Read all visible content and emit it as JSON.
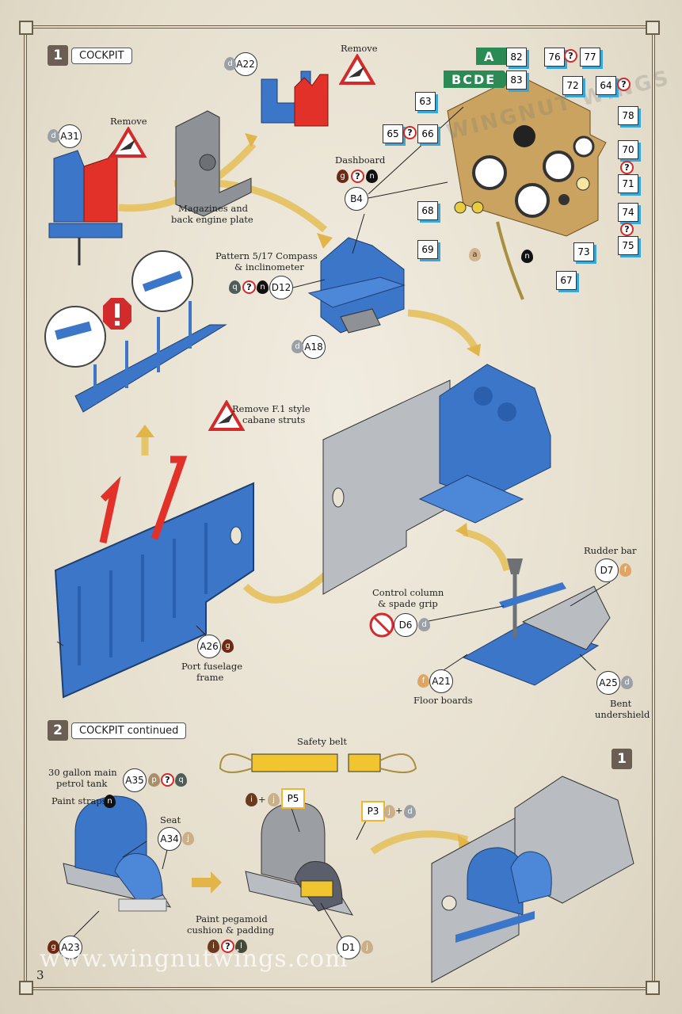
{
  "step1": {
    "num": "1",
    "title": "COCKPIT"
  },
  "step2": {
    "num": "2",
    "title": "COCKPIT continued"
  },
  "labels": {
    "remove_top": "Remove",
    "remove_left": "Remove",
    "magazines1": "Magazines and",
    "magazines2": "back engine plate",
    "dashboard": "Dashboard",
    "compass1": "Pattern 5/17 Compass",
    "compass2": "& inclinometer",
    "remove_struts1": "Remove F.1 style",
    "remove_struts2": "cabane struts",
    "port1": "Port fuselage",
    "port2": "frame",
    "rudder": "Rudder bar",
    "control1": "Control column",
    "control2": "& spade grip",
    "floor": "Floor boards",
    "bent1": "Bent",
    "bent2": "undershield",
    "safety": "Safety belt",
    "tank1": "30 gallon main",
    "tank2": "petrol tank",
    "straps": "Paint straps",
    "seat": "Seat",
    "pegamoid1": "Paint pegamoid",
    "pegamoid2": "cushion & padding"
  },
  "parts": {
    "A22": "A22",
    "A31": "A31",
    "B4": "B4",
    "D12": "D12",
    "A18": "A18",
    "A26": "A26",
    "D7": "D7",
    "D6": "D6",
    "A21": "A21",
    "A25": "A25",
    "A35": "A35",
    "A34": "A34",
    "A23": "A23",
    "D1": "D1",
    "P5": "P5",
    "P3": "P3"
  },
  "colors": {
    "d": {
      "code": "d",
      "hex": "#9aa0a6"
    },
    "g": {
      "code": "g",
      "hex": "#6b2a16"
    },
    "n": {
      "code": "n",
      "hex": "#111111"
    },
    "q": {
      "code": "q",
      "hex": "#4f5d5a"
    },
    "a": {
      "code": "a",
      "hex": "#d4b48c"
    },
    "f": {
      "code": "f",
      "hex": "#e0a563"
    },
    "p": {
      "code": "p",
      "hex": "#a88f6a"
    },
    "j": {
      "code": "j",
      "hex": "#c9b08a"
    },
    "i": {
      "code": "i",
      "hex": "#6a3a20"
    },
    "l": {
      "code": "l",
      "hex": "#444a36"
    }
  },
  "q_mark": "?",
  "plus": "+",
  "flags": {
    "A": "A",
    "BCDE": "BCDE"
  },
  "decals": [
    "82",
    "83",
    "76",
    "77",
    "72",
    "64",
    "63",
    "65",
    "66",
    "78",
    "70",
    "71",
    "68",
    "74",
    "69",
    "75",
    "73",
    "67"
  ],
  "step2_ref": "1",
  "website": "www.wingnutwings.com",
  "page_number": "3",
  "watermark_text": "WINGNUT WINGS"
}
